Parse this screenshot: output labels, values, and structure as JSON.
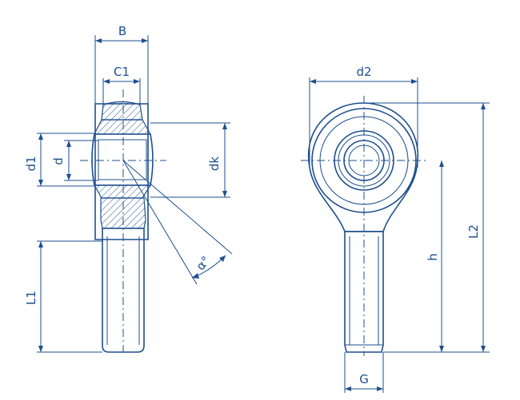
{
  "labels": {
    "B": "B",
    "C1": "C1",
    "d1": "d1",
    "d": "d",
    "dk": "dk",
    "alpha": "α°",
    "L1": "L1",
    "d2": "d2",
    "L2": "L2",
    "h": "h",
    "G": "G"
  },
  "colors": {
    "line": "#1d4f8f",
    "background": "#ffffff"
  }
}
